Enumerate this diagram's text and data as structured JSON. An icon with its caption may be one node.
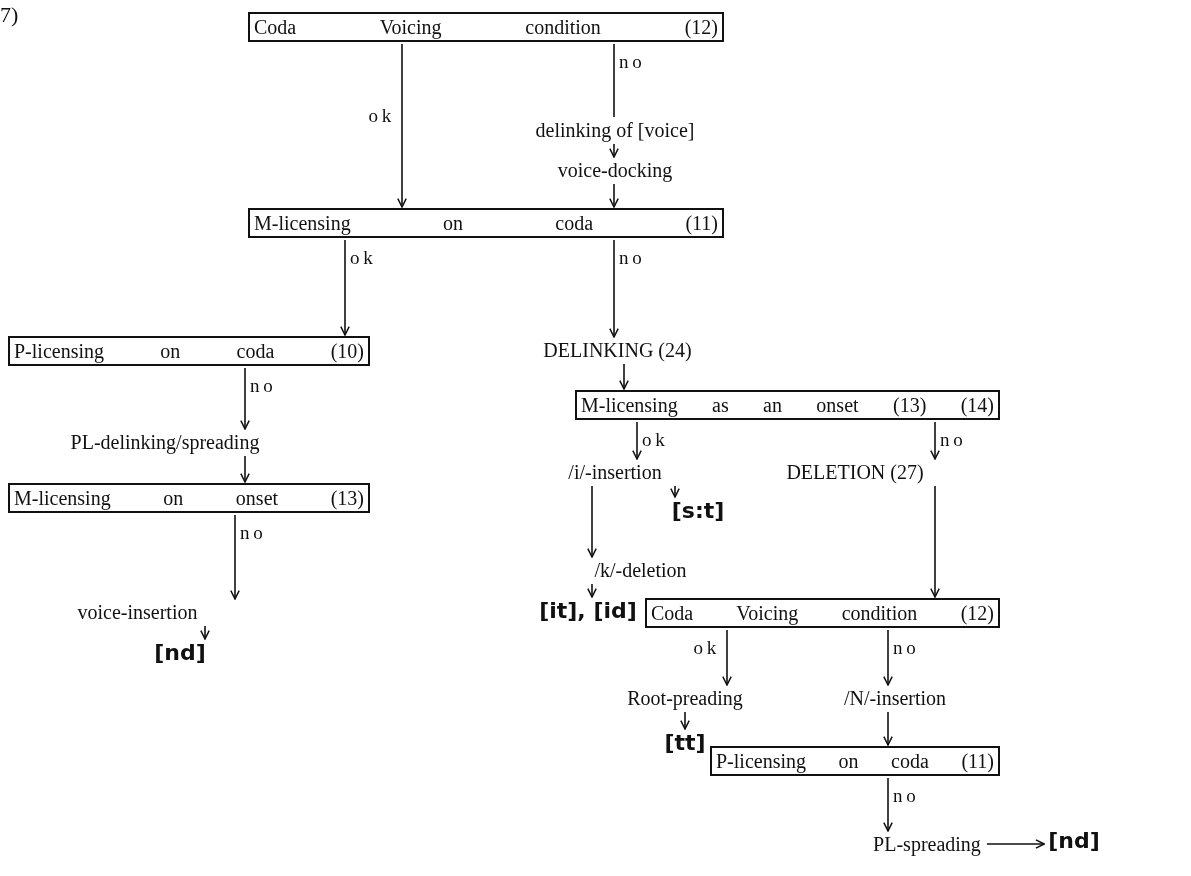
{
  "diagram": {
    "nodes": [
      {
        "text": [
          "Coda Voicing condition (12)"
        ]
      },
      {
        "text": [
          "delinking of [voice]"
        ]
      },
      {
        "text": [
          "voice-docking"
        ]
      },
      {
        "text": [
          "M-licensing on coda (11)"
        ]
      },
      {
        "text": [
          "P-licensing on coda (10)"
        ]
      },
      {
        "text": [
          "DELINKING (24)"
        ]
      },
      {
        "text": [
          "M-licensing as an onset (13) (14)"
        ]
      },
      {
        "text": [
          "PL-delinking/spreading"
        ]
      },
      {
        "text": [
          "M-licensing on onset (13)"
        ]
      },
      {
        "text": [
          "/i/-insertion"
        ]
      },
      {
        "text": [
          "DELETION (27)"
        ]
      },
      {
        "text": [
          "[s:t]"
        ]
      },
      {
        "text": [
          "/k/-deletion"
        ]
      },
      {
        "text": [
          "[it], [id]"
        ]
      },
      {
        "text": [
          "voice-insertion"
        ]
      },
      {
        "text": [
          "Coda Voicing condition (12)"
        ]
      },
      {
        "text": [
          "[nd]"
        ]
      },
      {
        "text": [
          "Root-preading"
        ]
      },
      {
        "text": [
          "/N/-insertion"
        ]
      },
      {
        "text": [
          "[tt]"
        ]
      },
      {
        "text": [
          "P-licensing on coda (11)"
        ]
      },
      {
        "text": [
          "PL-spreading"
        ]
      },
      {
        "text": [
          "[nd]"
        ]
      }
    ],
    "edges": [
      {
        "from": 0,
        "to": 3,
        "arrow": "to",
        "label": "ok"
      },
      {
        "from": 0,
        "to": 1,
        "arrow": "none",
        "label": "no"
      },
      {
        "from": 1,
        "to": 2,
        "arrow": "to"
      },
      {
        "from": 2,
        "to": 3,
        "arrow": "to"
      },
      {
        "from": 3,
        "to": 4,
        "arrow": "to",
        "label": "ok"
      },
      {
        "from": 3,
        "to": 5,
        "arrow": "to",
        "label": "no"
      },
      {
        "from": 4,
        "to": 7,
        "arrow": "to",
        "label": "no"
      },
      {
        "from": 5,
        "to": 6,
        "arrow": "to"
      },
      {
        "from": 7,
        "to": 8,
        "arrow": "to"
      },
      {
        "from": 6,
        "to": 9,
        "arrow": "to",
        "label": "ok"
      },
      {
        "from": 6,
        "to": 10,
        "arrow": "to",
        "label": "no"
      },
      {
        "from": 8,
        "to": 14,
        "arrow": "to",
        "label": "no"
      },
      {
        "from": 9,
        "to": 11,
        "arrow": "to"
      },
      {
        "from": 9,
        "to": 12,
        "arrow": "to"
      },
      {
        "from": 10,
        "to": 15,
        "arrow": "to"
      },
      {
        "from": 12,
        "to": 13,
        "arrow": "to"
      },
      {
        "from": 14,
        "to": 16,
        "arrow": "to"
      },
      {
        "from": 15,
        "to": 17,
        "arrow": "to",
        "label": "ok"
      },
      {
        "from": 15,
        "to": 18,
        "arrow": "to",
        "label": "no"
      },
      {
        "from": 17,
        "to": 19,
        "arrow": "to"
      },
      {
        "from": 18,
        "to": 20,
        "arrow": "to"
      },
      {
        "from": 20,
        "to": 21,
        "arrow": "to",
        "label": "no"
      },
      {
        "from": 21,
        "to": 22,
        "arrow": "to"
      }
    ],
    "labels": [
      "7)"
    ]
  }
}
